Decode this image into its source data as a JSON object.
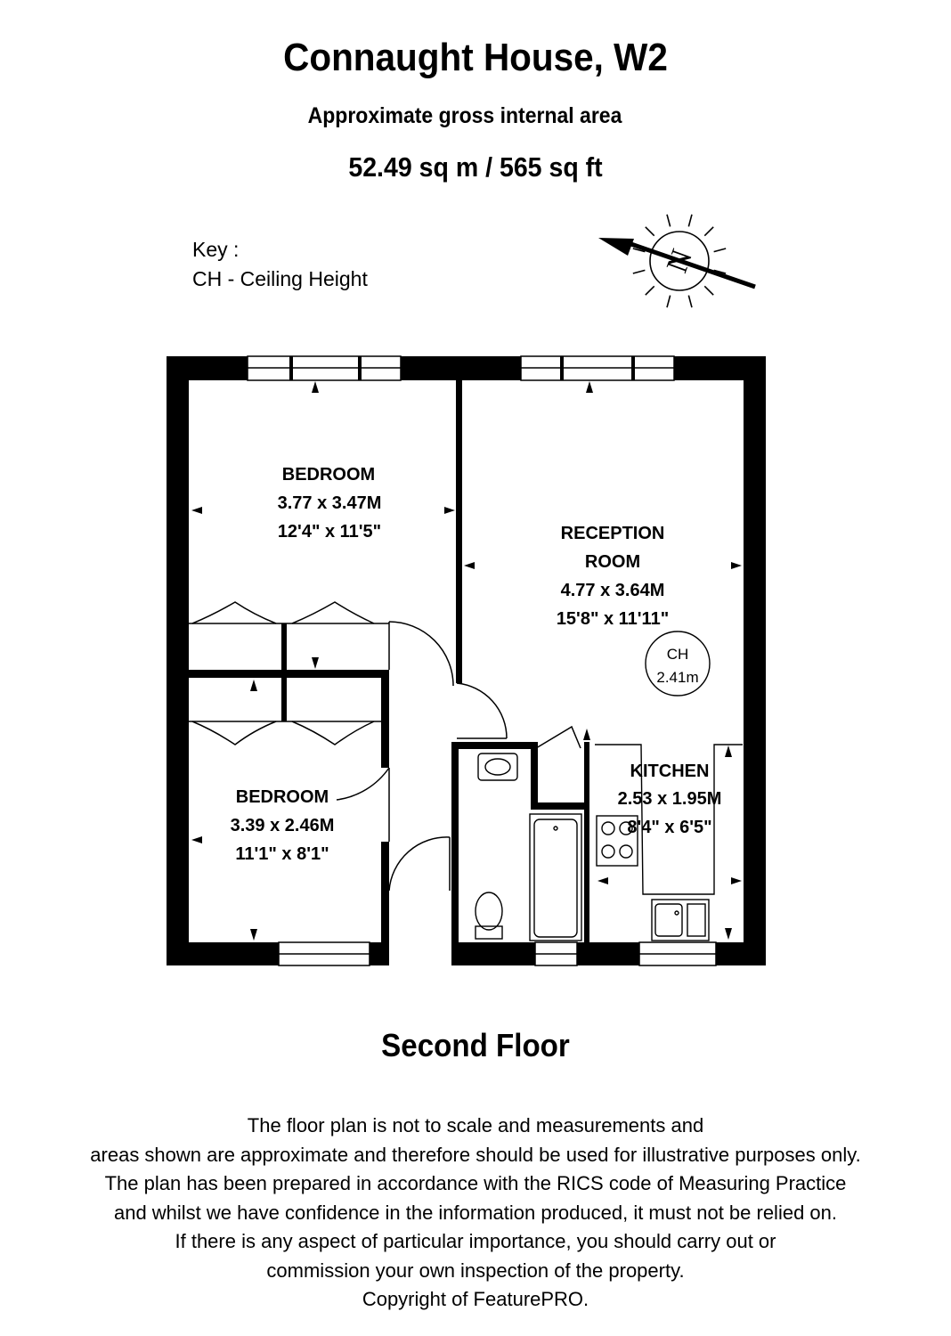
{
  "header": {
    "title": "Connaught House, W2",
    "subtitle": "Approximate gross internal area",
    "area": "52.49 sq m /  565 sq ft"
  },
  "key": {
    "heading": "Key :",
    "entry": "CH - Ceiling Height"
  },
  "compass": {
    "letter": "N"
  },
  "rooms": {
    "bedroom1": {
      "name": "BEDROOM",
      "metric": "3.77 x 3.47M",
      "imperial": "12'4\" x 11'5\""
    },
    "reception": {
      "name_line1": "RECEPTION",
      "name_line2": "ROOM",
      "metric": "4.77 x 3.64M",
      "imperial": "15'8\" x 11'11\""
    },
    "bedroom2": {
      "name": "BEDROOM",
      "metric": "3.39 x 2.46M",
      "imperial": "11'1\" x 8'1\""
    },
    "kitchen": {
      "name": "KITCHEN",
      "metric": "2.53 x 1.95M",
      "imperial": "8'4\" x 6'5\""
    }
  },
  "ceiling_height": {
    "label": "CH",
    "value": "2.41m"
  },
  "floor_label": "Second Floor",
  "disclaimer": [
    "The floor plan is not to scale and measurements and",
    "areas shown are approximate and therefore should be used for illustrative purposes only.",
    "The plan has been prepared in accordance with the RICS code of Measuring Practice",
    "and whilst we have confidence in the information produced, it must not be relied on.",
    "If there is any aspect of particular importance, you should carry out or",
    "commission your own inspection of the property.",
    "Copyright of FeaturePRO."
  ]
}
